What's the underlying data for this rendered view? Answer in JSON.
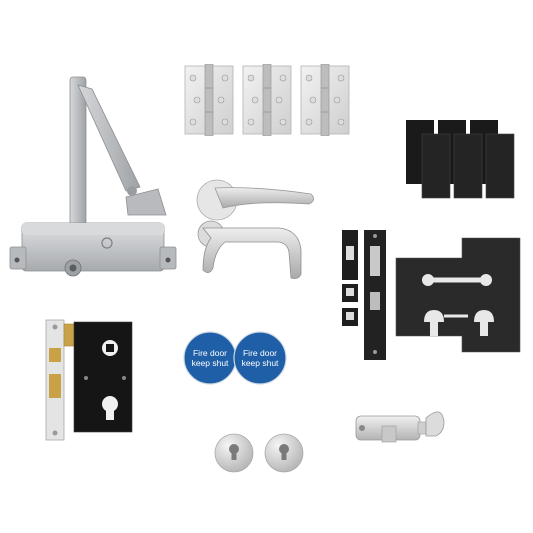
{
  "image": {
    "subject": "door hardware kit product photo",
    "background": "#ffffff"
  },
  "signs": [
    {
      "line1": "Fire door",
      "line2": "keep shut"
    },
    {
      "line1": "Fire door",
      "line2": "keep shut"
    }
  ],
  "colors": {
    "steel": "#c9c9c9",
    "steel_dark": "#8f8f8f",
    "closer_silver": "#b9bcbf",
    "black_pad": "#1d1d1d",
    "sign_blue": "#1f5fa8",
    "brass": "#c9a247"
  },
  "icons": [
    "door-closer",
    "butt-hinge",
    "intumescent-pad",
    "lever-handle",
    "strike-plate",
    "intumescent-lock-kit",
    "sash-lock",
    "fire-door-sign",
    "euro-cylinder",
    "escutcheon"
  ]
}
